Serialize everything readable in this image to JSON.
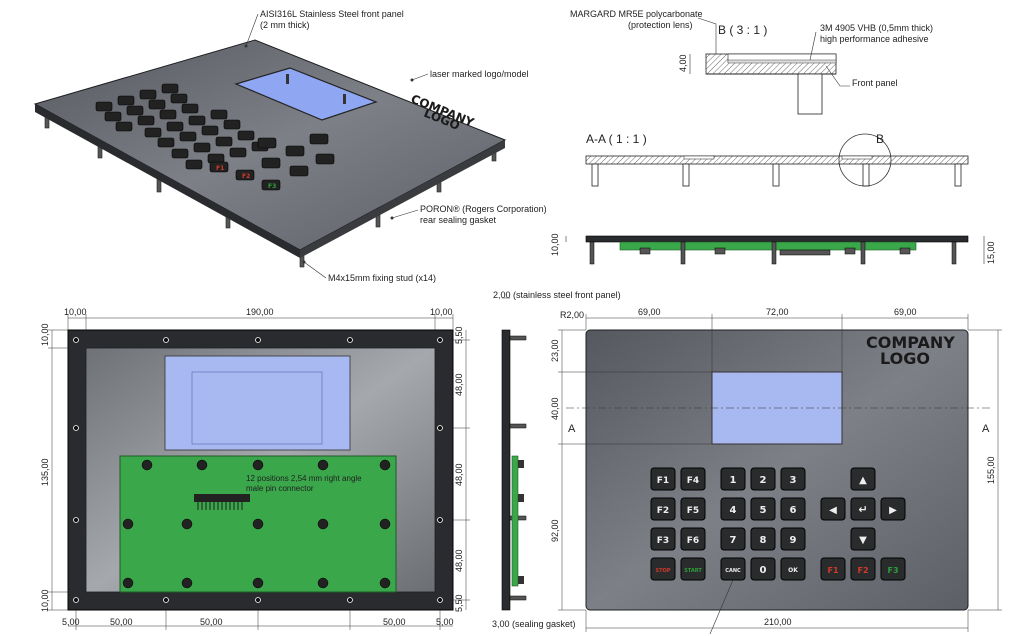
{
  "annotations": {
    "front_panel": "AISI316L Stainless Steel front panel",
    "front_panel_sub": "(2 mm thick)",
    "laser_logo": "laser marked logo/model",
    "poron_1": "PORON® (Rogers Corporation)",
    "poron_2": "rear sealing gasket",
    "stud": "M4x15mm fixing stud (x14)",
    "lens_1": "MARGARD MR5E polycarbonate",
    "lens_2": "(protection lens)",
    "adhesive_1": "3M 4905 VHB (0,5mm thick)",
    "adhesive_2": "high performance adhesive",
    "front_panel_label": "Front panel",
    "detail_b": "B ( 3 : 1 )",
    "section_aa": "A-A ( 1 : 1 )",
    "circle_b": "B",
    "connector_1": "12 positions 2,54 mm right angle",
    "connector_2": "male pin connector",
    "steel_panel_dim": "2,00 (stainless steel front panel)",
    "gasket_dim": "3,00 (sealing gasket)",
    "section_a_left": "A",
    "section_a_right": "A"
  },
  "logo": {
    "line1": "COMPANY",
    "line2": "LOGO"
  },
  "dimensions": {
    "d400": "4,00",
    "d1000_side": "10,00",
    "d1500": "15,00",
    "top_10a": "10,00",
    "top_190": "190,00",
    "top_10b": "10,00",
    "left_10a": "10,00",
    "left_135": "135,00",
    "left_10b": "10,00",
    "right_550a": "5,50",
    "right_48a": "48,00",
    "right_48b": "48,00",
    "right_48c": "48,00",
    "right_550b": "5,50",
    "bot_5a": "5,00",
    "bot_50a": "50,00",
    "bot_50b": "50,00",
    "bot_50c": "50,00",
    "bot_5b": "5,00",
    "r200": "R2,00",
    "f69a": "69,00",
    "f72": "72,00",
    "f69b": "69,00",
    "f23": "23,00",
    "f40": "40,00",
    "f92": "92,00",
    "f155": "155,00",
    "f210": "210,00"
  },
  "keys": {
    "f1": "F1",
    "f2": "F2",
    "f3": "F3",
    "f4": "F4",
    "f5": "F5",
    "f6": "F6",
    "k1": "1",
    "k2": "2",
    "k3": "3",
    "k4": "4",
    "k5": "5",
    "k6": "6",
    "k7": "7",
    "k8": "8",
    "k9": "9",
    "k0": "0",
    "canc": "CANC",
    "ok": "OK",
    "r1": "F1",
    "r2": "F2",
    "g3": "F3",
    "stop": "STOP",
    "start": "START",
    "up": "▲",
    "down": "▼",
    "left": "◀",
    "right": "▶",
    "enter": "↵"
  },
  "colors": {
    "panel": "#6b6e74",
    "panel_dark": "#3f4146",
    "frame": "#2c2d30",
    "lens": "#a8b8f0",
    "pcb": "#3aa84a",
    "key": "#2a2b2d",
    "red": "#d23a2a",
    "green": "#2e9e3a"
  }
}
